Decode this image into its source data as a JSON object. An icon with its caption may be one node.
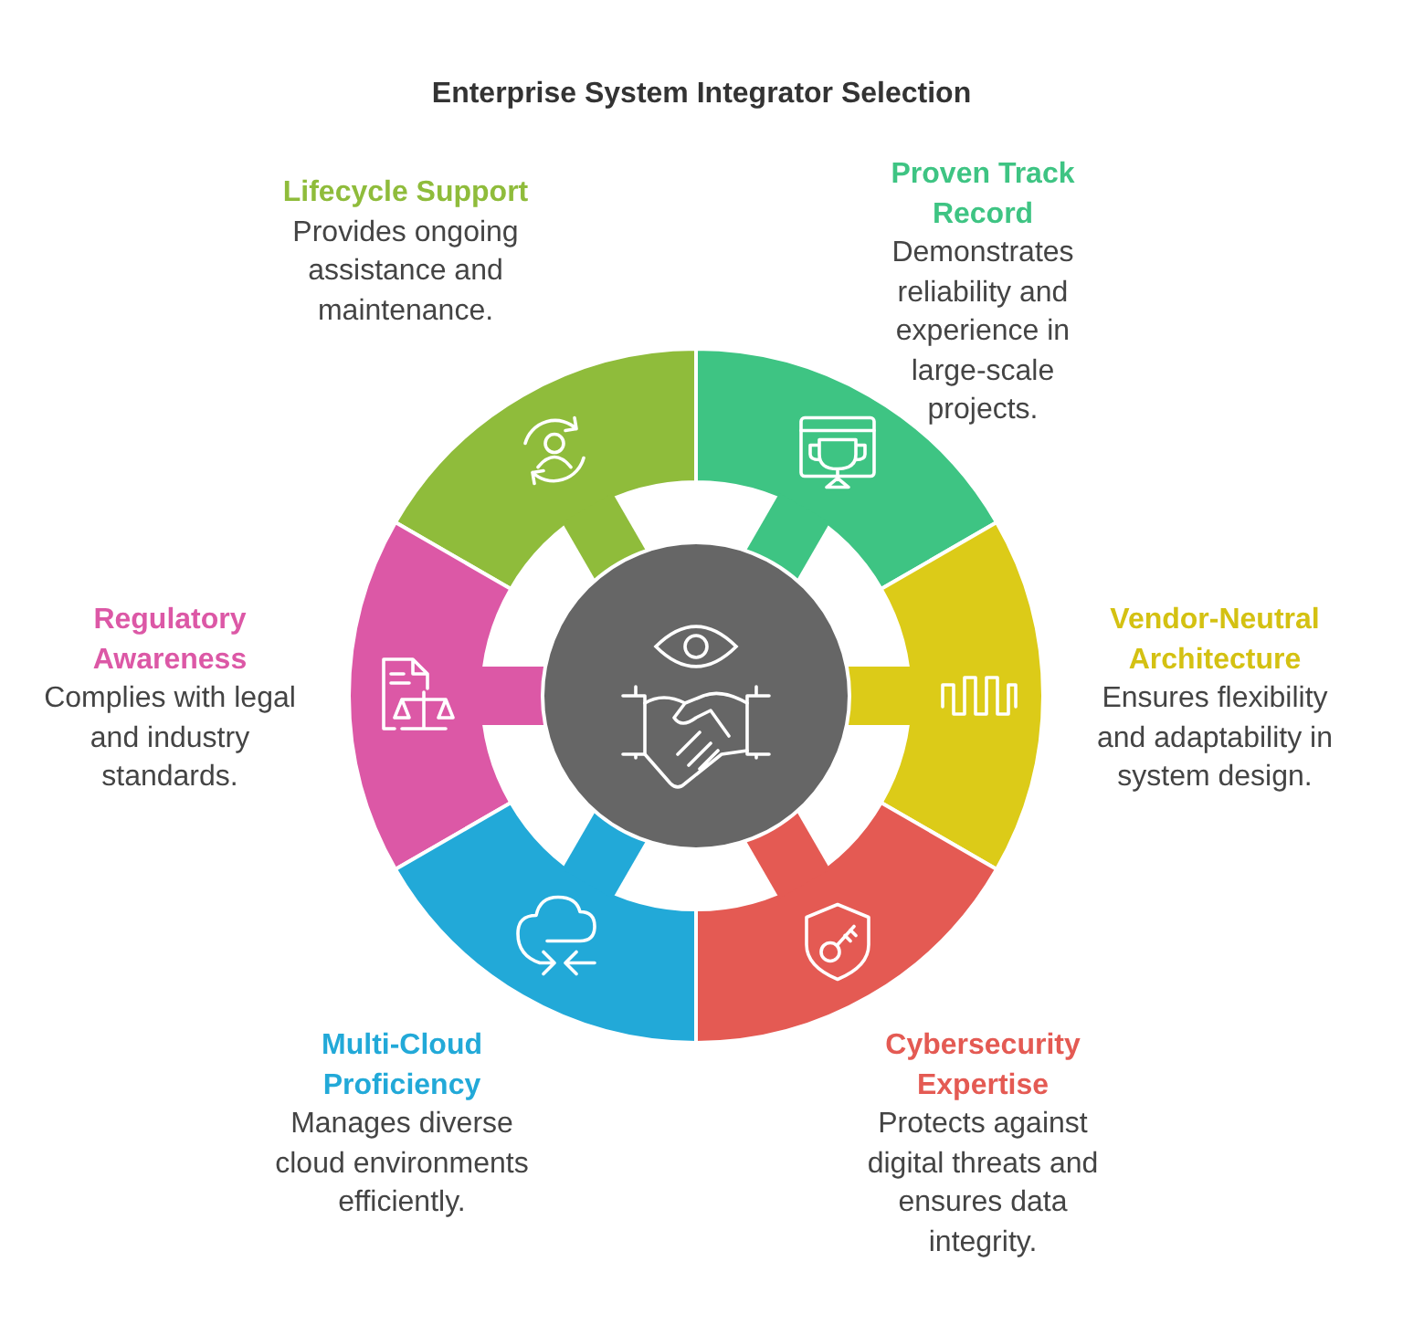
{
  "diagram": {
    "title": "Enterprise System Integrator Selection",
    "nodes": [
      {
        "text": [
          "Lifecycle Support",
          "Provides ongoing assistance and maintenance."
        ]
      },
      {
        "text": [
          "Proven Track Record",
          "Demonstrates reliability and experience in large-scale projects."
        ]
      },
      {
        "text": [
          "Regulatory Awareness",
          "Complies with legal and industry standards."
        ]
      },
      {
        "text": [
          "Vendor-Neutral Architecture",
          "Ensures flexibility and adaptability in system design."
        ]
      },
      {
        "text": [
          "Multi-Cloud Proficiency",
          "Manages diverse cloud environments efficiently."
        ]
      },
      {
        "text": [
          "Cybersecurity Expertise",
          "Protects against digital threats and ensures data integrity."
        ]
      },
      {
        "text": [],
        "shape": "circle"
      }
    ]
  }
}
